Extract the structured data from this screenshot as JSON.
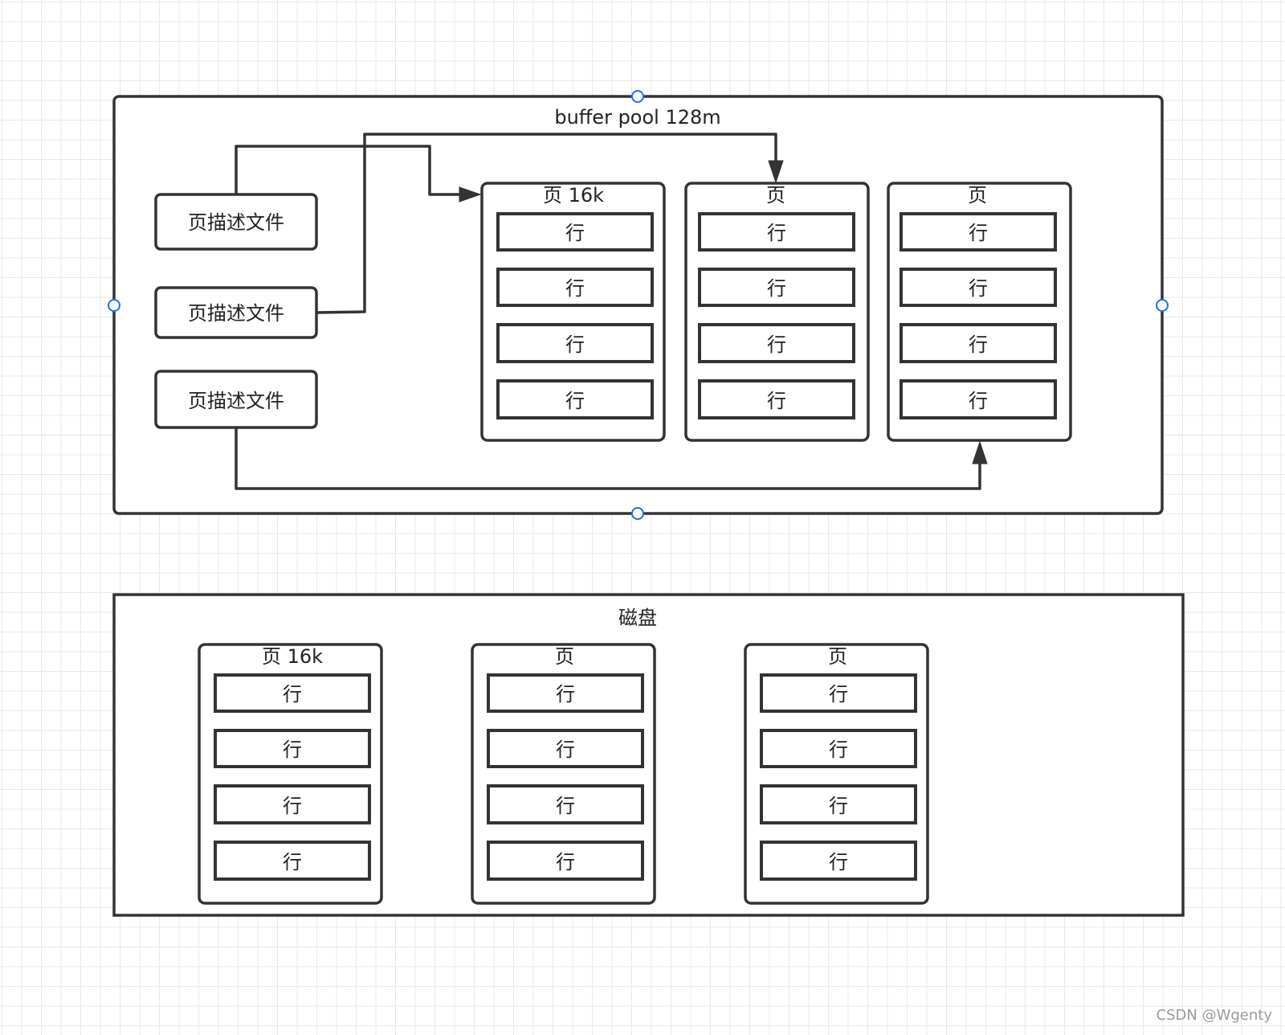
{
  "buffer_pool": {
    "title": "buffer pool 128m",
    "descriptors": [
      "页描述文件",
      "页描述文件",
      "页描述文件"
    ],
    "pages": [
      {
        "title": "页 16k",
        "rows": [
          "行",
          "行",
          "行",
          "行"
        ]
      },
      {
        "title": "页",
        "rows": [
          "行",
          "行",
          "行",
          "行"
        ]
      },
      {
        "title": "页",
        "rows": [
          "行",
          "行",
          "行",
          "行"
        ]
      }
    ]
  },
  "disk": {
    "title": "磁盘",
    "pages": [
      {
        "title": "页 16k",
        "rows": [
          "行",
          "行",
          "行",
          "行"
        ]
      },
      {
        "title": "页",
        "rows": [
          "行",
          "行",
          "行",
          "行"
        ]
      },
      {
        "title": "页",
        "rows": [
          "行",
          "行",
          "行",
          "行"
        ]
      }
    ]
  },
  "watermark": "CSDN @Wgenty",
  "colors": {
    "stroke": "#333333",
    "selection_handle": "#1a73e8",
    "grid": "#e8e8e8"
  }
}
